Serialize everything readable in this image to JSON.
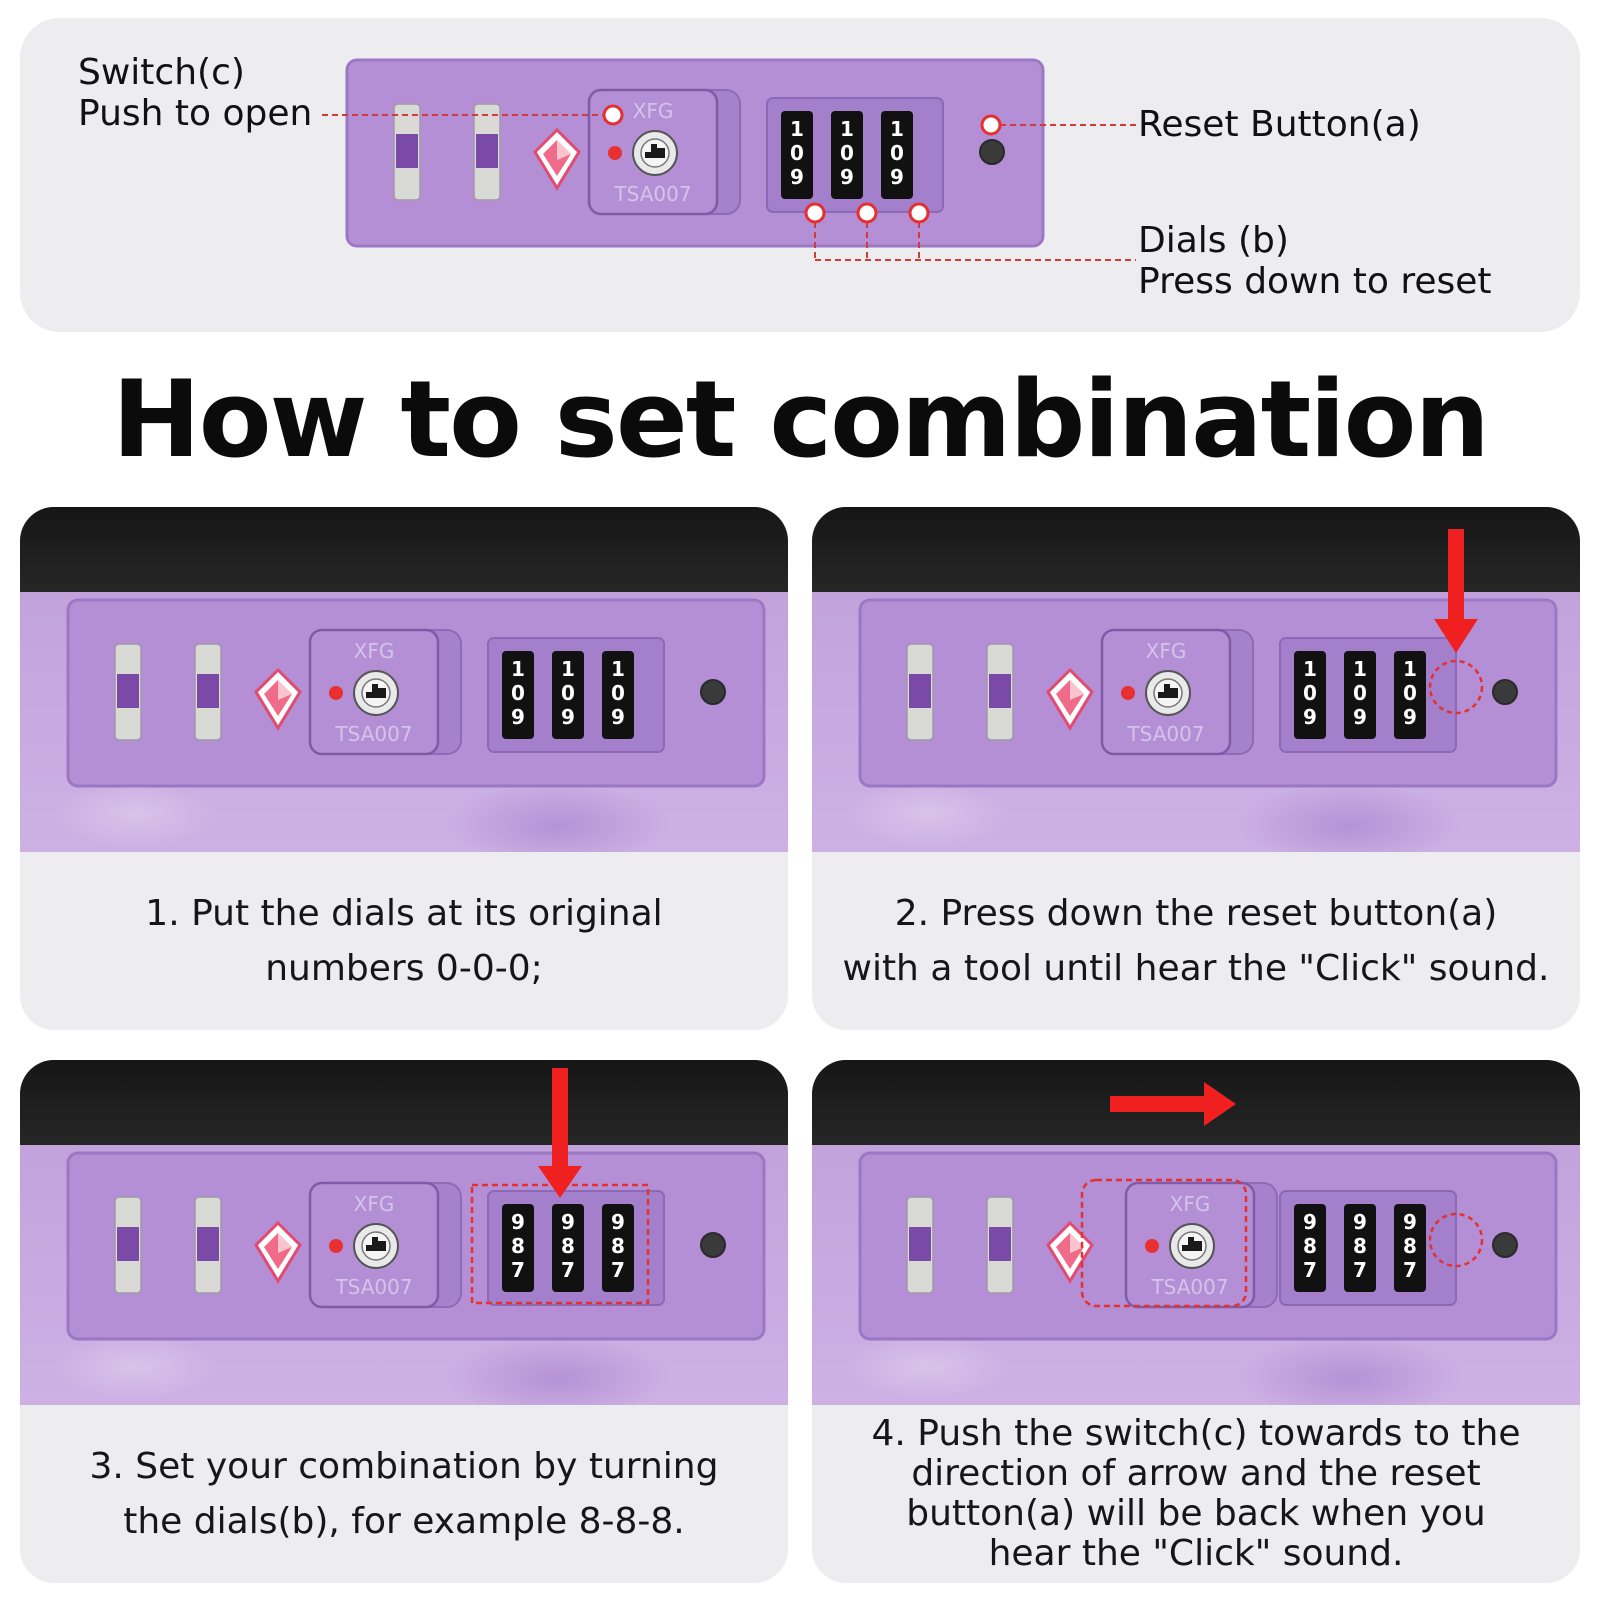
{
  "lock": {
    "brand": "XFG",
    "model": "TSA007",
    "dials_initial": [
      "1",
      "0",
      "9"
    ],
    "dials_set": [
      "9",
      "8",
      "7"
    ],
    "colors": {
      "body": "#b48fd6",
      "body_edge": "#9c77c4",
      "dial": "#111111",
      "annotation": "#e53030",
      "arrow": "#f02020"
    }
  },
  "callouts": {
    "switch_label": "Switch(c)",
    "switch_desc": "Push to open",
    "reset_label": "Reset Button(a)",
    "dials_label": "Dials (b)",
    "dials_desc": "Press down to reset"
  },
  "title": "How to set combination",
  "steps": [
    {
      "line1": "1. Put the dials at its original",
      "line2": "numbers 0-0-0;"
    },
    {
      "line1": "2. Press down the reset button(a)",
      "line2": "with a tool until hear the \"Click\" sound."
    },
    {
      "line1": "3. Set your combination by turning",
      "line2": "the dials(b), for example 8-8-8."
    },
    {
      "line1": "4. Push the switch(c) towards to the",
      "line2": "direction of arrow and the reset",
      "line3": "button(a) will be back when you",
      "line4": "hear the \"Click\" sound."
    }
  ]
}
